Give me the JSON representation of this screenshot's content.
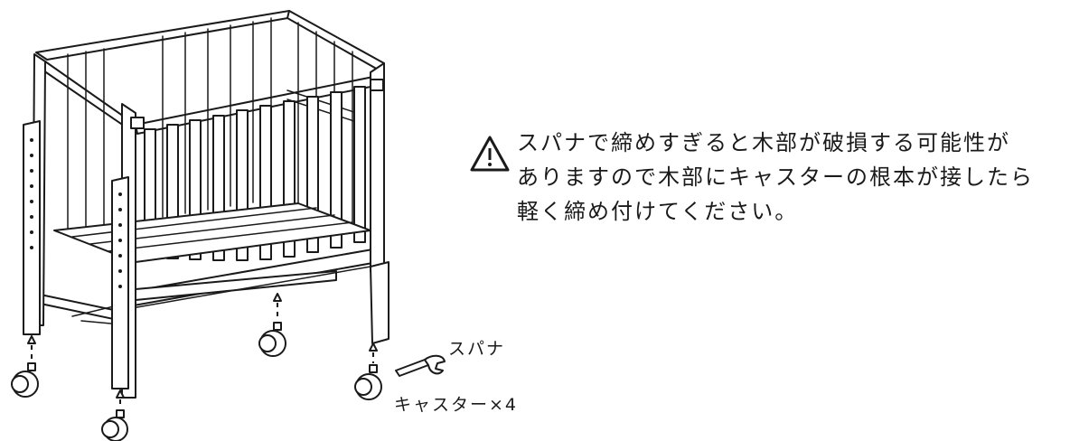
{
  "warning": {
    "icon": "warning-triangle-icon",
    "lines": [
      "スパナで締めすぎると木部が破損する可能性が",
      "ありますので木部にキャスターの根本が接したら",
      "軽く締め付けてください。"
    ]
  },
  "labels": {
    "spanner": "スパナ",
    "casters": "キャスター×4"
  }
}
